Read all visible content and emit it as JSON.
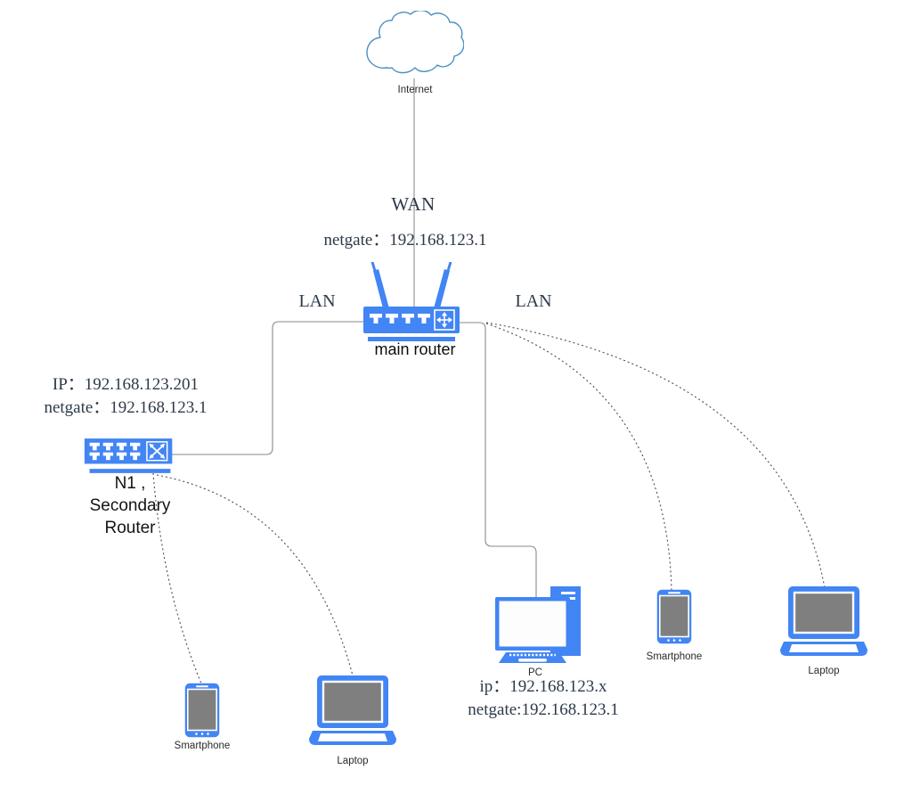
{
  "colors": {
    "device_blue": "#4285F4",
    "cloud_stroke": "#4A90C2",
    "screen_gray": "#7f7f7f",
    "serif_text": "#2d3a4a",
    "solid_line": "#909090",
    "dotted_line": "#4d4d4d"
  },
  "internet": {
    "label": "Internet"
  },
  "wan": {
    "label": "WAN",
    "netgate": "netgate：192.168.123.1"
  },
  "lan": {
    "left_label": "LAN",
    "right_label": "LAN"
  },
  "main_router": {
    "label": "main router"
  },
  "secondary_router": {
    "ip": "IP：192.168.123.201",
    "netgate": "netgate：192.168.123.1",
    "name_line1": "N1 ,",
    "name_line2": "Secondary",
    "name_line3": "Router"
  },
  "pc": {
    "label": "PC",
    "ip": "ip：192.168.123.x",
    "netgate": "netgate:192.168.123.1"
  },
  "devices": {
    "smartphone_right": "Smartphone",
    "laptop_right": "Laptop",
    "smartphone_left": "Smartphone",
    "laptop_bottom": "Laptop"
  },
  "icons": {
    "internet": "cloud-icon",
    "main_router": "wireless-router-icon",
    "secondary_router": "network-switch-icon",
    "pc": "desktop-computer-icon",
    "smartphone": "smartphone-icon",
    "laptop": "laptop-icon"
  }
}
